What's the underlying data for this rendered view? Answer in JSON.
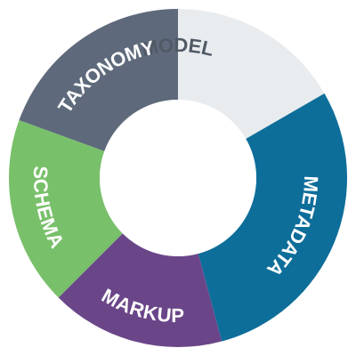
{
  "diagram": {
    "segments": [
      {
        "id": "model",
        "label": "MODEL",
        "color": "#e9ecef",
        "text_color": "#505a66"
      },
      {
        "id": "metadata",
        "label": "METADATA",
        "color": "#0e6e9a",
        "text_color": "#ffffff"
      },
      {
        "id": "markup",
        "label": "MARKUP",
        "color": "#6a4689",
        "text_color": "#ffffff"
      },
      {
        "id": "schema",
        "label": "SCHEMA",
        "color": "#79c06b",
        "text_color": "#ffffff"
      },
      {
        "id": "taxonomy",
        "label": "TAXONOMY",
        "color": "#5e6a7b",
        "text_color": "#ffffff"
      }
    ]
  }
}
